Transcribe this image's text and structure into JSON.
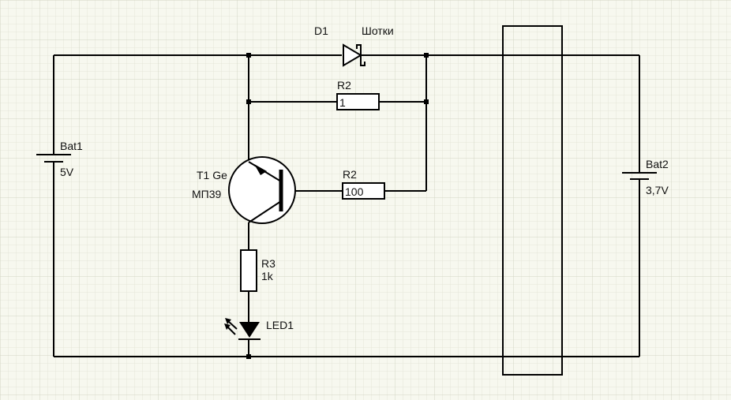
{
  "schematic": {
    "bat1": {
      "label": "Bat1",
      "value": "5V"
    },
    "bat2": {
      "label": "Bat2",
      "value": "3,7V"
    },
    "d1": {
      "label": "D1",
      "type": "Шотки"
    },
    "r2_top": {
      "label": "R2",
      "value": "1"
    },
    "r2_base": {
      "label": "R2",
      "value": "100"
    },
    "t1": {
      "label": "T1 Ge",
      "model": "МП39"
    },
    "r3": {
      "label": "R3",
      "value": "1k"
    },
    "led1": {
      "label": "LED1"
    }
  },
  "colors": {
    "background": "#f7f8ef",
    "grid_minor": "#e4e6d8",
    "grid_major": "#cfd2c0",
    "ink": "#000000"
  }
}
